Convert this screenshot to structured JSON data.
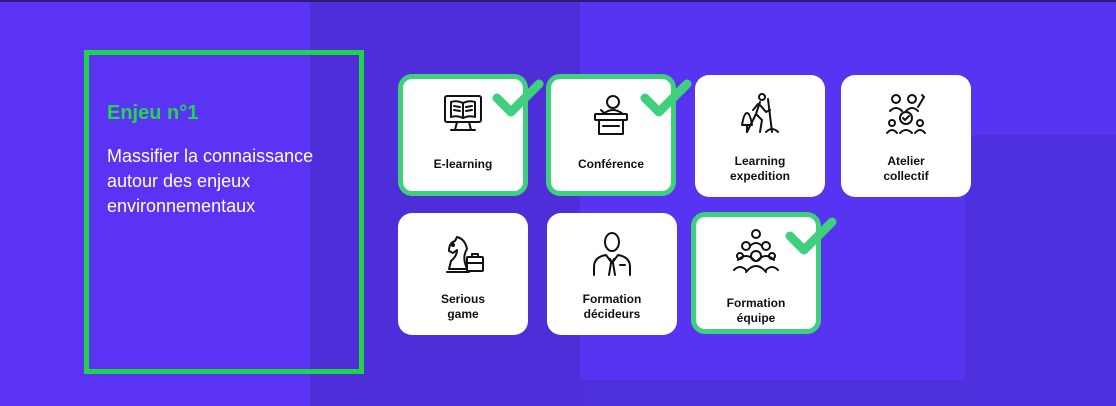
{
  "enjeu": {
    "title": "Enjeu n°1",
    "description": "Massifier la connaissance autour des enjeux environnementaux"
  },
  "colors": {
    "background": "#5b35f7",
    "accent_green": "#1fd34a",
    "check_green": "#3fd07d",
    "card": "#ffffff"
  },
  "options": [
    {
      "id": "elearning",
      "label": "E-learning",
      "icon": "computer-book-icon",
      "selected": true
    },
    {
      "id": "conference",
      "label": "Conférence",
      "icon": "speaker-podium-icon",
      "selected": true
    },
    {
      "id": "learning-expedition",
      "label_line1": "Learning",
      "label_line2": "expedition",
      "icon": "hiker-icon",
      "selected": false
    },
    {
      "id": "atelier",
      "label_line1": "Atelier",
      "label_line2": "collectif",
      "icon": "group-workshop-icon",
      "selected": false
    },
    {
      "id": "serious-game",
      "label_line1": "Serious",
      "label_line2": "game",
      "icon": "chess-knight-icon",
      "selected": false
    },
    {
      "id": "formation-decideurs",
      "label_line1": "Formation",
      "label_line2": "décideurs",
      "icon": "businessman-icon",
      "selected": false
    },
    {
      "id": "formation-equipe",
      "label_line1": "Formation",
      "label_line2": "équipe",
      "icon": "team-icon",
      "selected": true
    }
  ]
}
